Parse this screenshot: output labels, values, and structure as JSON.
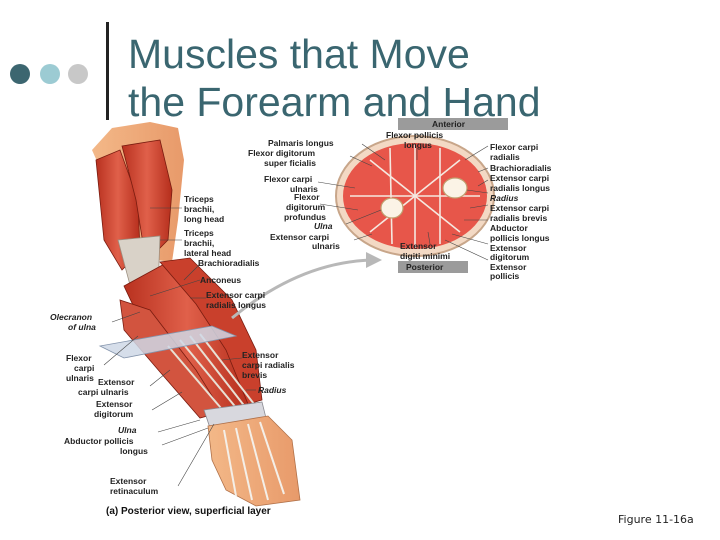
{
  "slide": {
    "title_line1": "Muscles that Move",
    "title_line2": "the Forearm and Hand",
    "figure_number": "Figure 11-16a"
  },
  "figure": {
    "caption": "(a) Posterior view, superficial layer",
    "cross_section": {
      "anterior_tag": "Anterior",
      "posterior_tag": "Posterior",
      "left_labels": {
        "palmaris_1": "Palmaris longus",
        "fds_1": "Flexor digitorum",
        "fds_2": "super ficialis",
        "fcu_1": "Flexor carpi",
        "fcu_2": "ulnaris",
        "fdp_1": "Flexor",
        "fdp_2": "digitorum",
        "fdp_3": "profundus",
        "ulna": "Ulna",
        "ecu_1": "Extensor carpi",
        "ecu_2": "ulnaris"
      },
      "top_labels": {
        "fpl_1": "Flexor pollicis",
        "fpl_2": "longus"
      },
      "bottom_labels": {
        "edm_1": "Extensor",
        "edm_2": "digiti minimi"
      },
      "right_labels": {
        "fcr_1": "Flexor carpi",
        "fcr_2": "radialis",
        "br": "Brachioradialis",
        "ecrl_1": "Extensor carpi",
        "ecrl_2": "radialis longus",
        "radius": "Radius",
        "ecrb_1": "Extensor carpi",
        "ecrb_2": "radialis brevis",
        "apl_1": "Abductor",
        "apl_2": "pollicis longus",
        "ed_1": "Extensor",
        "ed_2": "digitorum",
        "ep_1": "Extensor",
        "ep_2": "pollicis"
      }
    },
    "arm_labels": {
      "tri_long_1": "Triceps",
      "tri_long_2": "brachii,",
      "tri_long_3": "long head",
      "tri_lat_1": "Triceps",
      "tri_lat_2": "brachii,",
      "tri_lat_3": "lateral head",
      "brachioradialis": "Brachioradialis",
      "anconeus": "Anconeus",
      "ecrl_1": "Extensor carpi",
      "ecrl_2": "radialis longus",
      "olec_1": "Olecranon",
      "olec_2": "of ulna",
      "fcu_1": "Flexor",
      "fcu_2": "carpi",
      "fcu_3": "ulnaris",
      "ecu_1": "Extensor",
      "ecu_2": "carpi ulnaris",
      "ed_1": "Extensor",
      "ed_2": "digitorum",
      "ecrb_1": "Extensor",
      "ecrb_2": "carpi radialis",
      "ecrb_3": "brevis",
      "radius": "Radius",
      "ulna": "Ulna",
      "apl_1": "Abductor pollicis",
      "apl_2": "longus",
      "ret_1": "Extensor",
      "ret_2": "retinaculum"
    }
  }
}
